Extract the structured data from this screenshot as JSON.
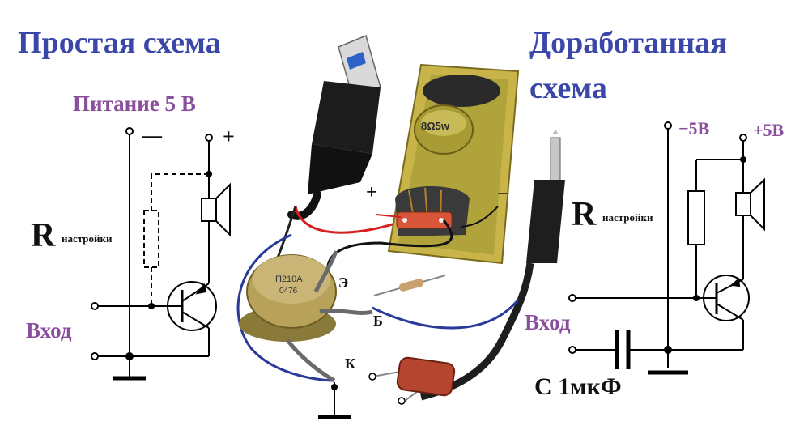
{
  "left": {
    "title": "Простая схема",
    "power_label": "Питание 5 В",
    "minus": "—",
    "plus": "+",
    "r_letter": "R",
    "r_sub": "настройки",
    "input_label": "Вход"
  },
  "right": {
    "title_line1": "Доработанная",
    "title_line2": "схема",
    "minus_label": "−5В",
    "plus_label": "+5В",
    "r_letter": "R",
    "r_sub": "настройки",
    "input_label": "Вход",
    "cap_label": "С 1мкФ"
  },
  "center": {
    "speaker_label": "8Ω5w",
    "plus": "+",
    "minus": "−",
    "emitter": "Э",
    "base": "Б",
    "collector": "К",
    "transistor_marking_1": "П210А",
    "transistor_marking_2": "0476"
  },
  "colors": {
    "title": "#3a47a8",
    "label": "#8a4f9c",
    "wire_red": "#d62020",
    "wire_blue": "#2a3a9a",
    "capacitor": "#b5452f"
  }
}
